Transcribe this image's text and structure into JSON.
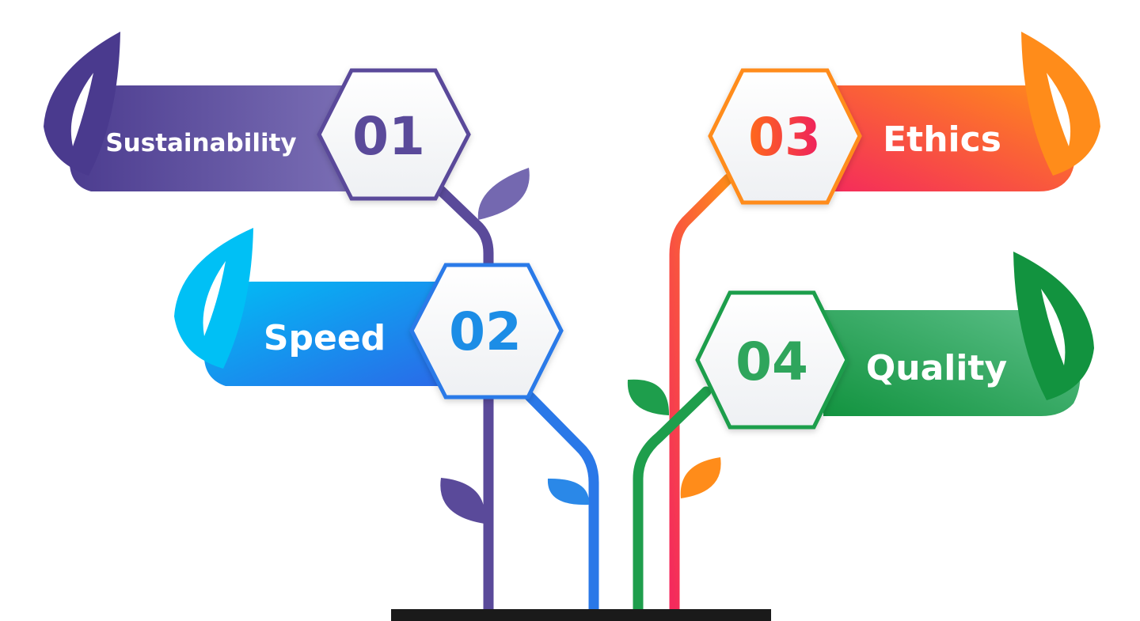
{
  "items": [
    {
      "number": "01",
      "label": "Sustainability",
      "color_start": "#4a3a8e",
      "color_end": "#7b6fb5",
      "number_color": "#5a4a9a"
    },
    {
      "number": "02",
      "label": "Speed",
      "color_start": "#00c0f5",
      "color_end": "#2a6ae8",
      "number_color": "#1c8de6"
    },
    {
      "number": "03",
      "label": "Ethics",
      "color_start": "#f42a5c",
      "color_end": "#ff8c1a",
      "number_color_start": "#ff6a1a",
      "number_color_end": "#ee1f5f"
    },
    {
      "number": "04",
      "label": "Quality",
      "color_start": "#12933f",
      "color_end": "#5dc08a",
      "number_color": "#2fa55c"
    }
  ],
  "base_color": "#1a1a1a"
}
